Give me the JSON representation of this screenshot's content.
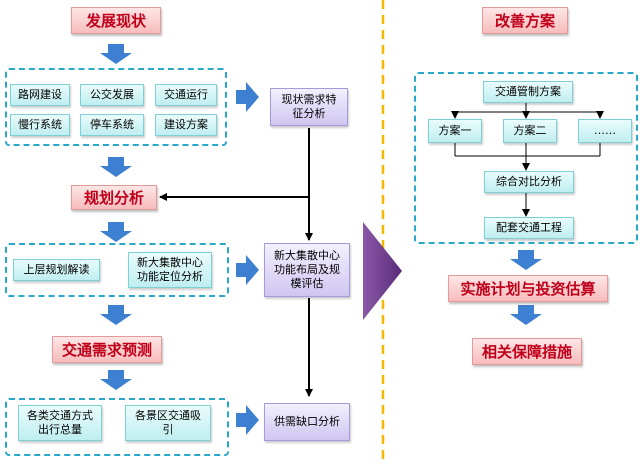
{
  "left": {
    "fazhan": "发展现状",
    "status_items": [
      "路网建设",
      "公交发展",
      "交通运行",
      "慢行系统",
      "停车系统",
      "建设方案"
    ],
    "guihua": "规划分析",
    "planning_items": [
      "上层规划解读",
      "新大集散中心功能定位分析"
    ],
    "xuqiu": "交通需求预测",
    "forecast_items": [
      "各类交通方式出行总量",
      "各景区交通吸引"
    ]
  },
  "middle": {
    "demand_features": "现状需求特征分析",
    "center_layout": "新大集散中心功能布局及规模评估",
    "supply_gap": "供需缺口分析"
  },
  "right": {
    "improve": "改善方案",
    "traffic_plan": "交通管制方案",
    "options": [
      "方案一",
      "方案二",
      "……"
    ],
    "compare": "综合对比分析",
    "supporting": "配套交通工程",
    "implement": "实施计划与投资估算",
    "guarantee": "相关保障措施"
  },
  "colors": {
    "pink_text": "#c0001a",
    "blue_arrow": "#3d7fd0",
    "divider": "#f5b800",
    "dashed_border": "#29a9c9",
    "big_arrow": "#6b3a8c"
  }
}
